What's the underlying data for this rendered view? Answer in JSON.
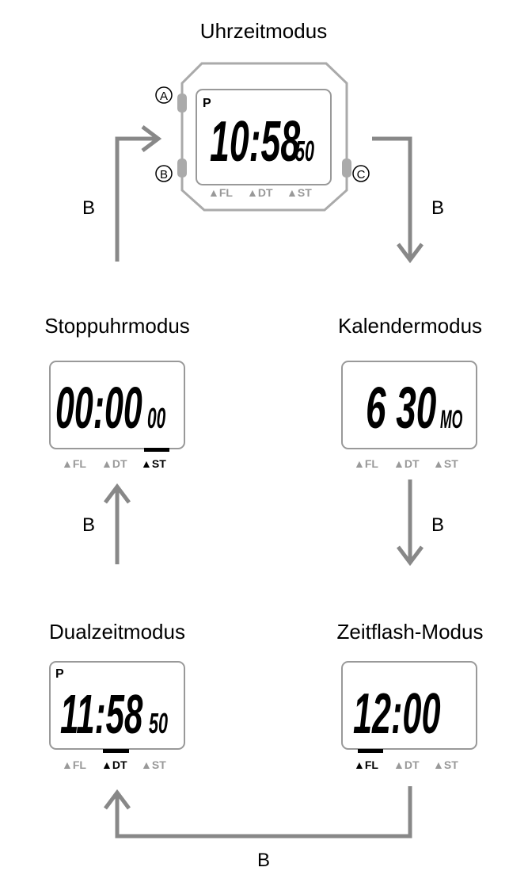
{
  "modes": {
    "time": {
      "title": "Uhrzeitmodus",
      "pm": "P",
      "main": "10:58",
      "sub": "50"
    },
    "stopwatch": {
      "title": "Stoppuhrmodus",
      "main": "00:00",
      "sub": "00",
      "active": "ST"
    },
    "calendar": {
      "title": "Kalendermodus",
      "main": "6 30",
      "sub": "MO"
    },
    "dualtime": {
      "title": "Dualzeitmodus",
      "pm": "P",
      "main": "11:58",
      "sub": "50",
      "active": "DT"
    },
    "flash": {
      "title": "Zeitflash-Modus",
      "main": "12:00",
      "active": "FL"
    }
  },
  "indicators": {
    "fl": "▲FL",
    "dt": "▲DT",
    "st": "▲ST"
  },
  "buttons": {
    "a": "A",
    "b": "B",
    "c": "C"
  },
  "transition_label": "B",
  "colors": {
    "outline": "#999999",
    "arrow": "#888888",
    "active": "#000000"
  }
}
